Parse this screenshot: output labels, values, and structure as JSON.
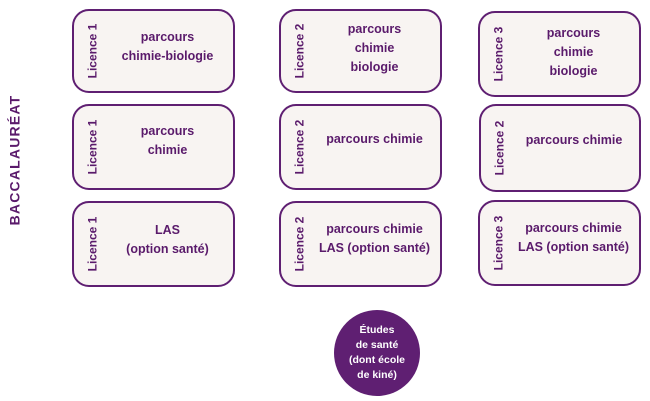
{
  "side_label": "BACCALAURÉAT",
  "cards": [
    {
      "level": "Licence 1",
      "lines": [
        "parcours",
        "chimie-biologie"
      ]
    },
    {
      "level": "Licence 2",
      "lines": [
        "parcours",
        "chimie",
        "biologie"
      ]
    },
    {
      "level": "Licence 3",
      "lines": [
        "parcours",
        "chimie",
        "biologie"
      ]
    },
    {
      "level": "Licence 1",
      "lines": [
        "parcours",
        "chimie"
      ]
    },
    {
      "level": "Licence 2",
      "lines": [
        "parcours chimie"
      ]
    },
    {
      "level": "Licence 2",
      "lines": [
        "parcours chimie"
      ]
    },
    {
      "level": "Licence 1",
      "lines": [
        "LAS",
        "(option santé)"
      ]
    },
    {
      "level": "Licence 2",
      "lines": [
        "parcours chimie",
        "LAS (option santé)"
      ]
    },
    {
      "level": "Licence 3",
      "lines": [
        "parcours chimie",
        "LAS (option santé)"
      ]
    }
  ],
  "circle": {
    "lines": [
      "Études",
      "de santé",
      "(dont école",
      "de kiné)"
    ]
  },
  "colors": {
    "accent": "#5f1f72",
    "card_fill": "#f8f4f2"
  }
}
